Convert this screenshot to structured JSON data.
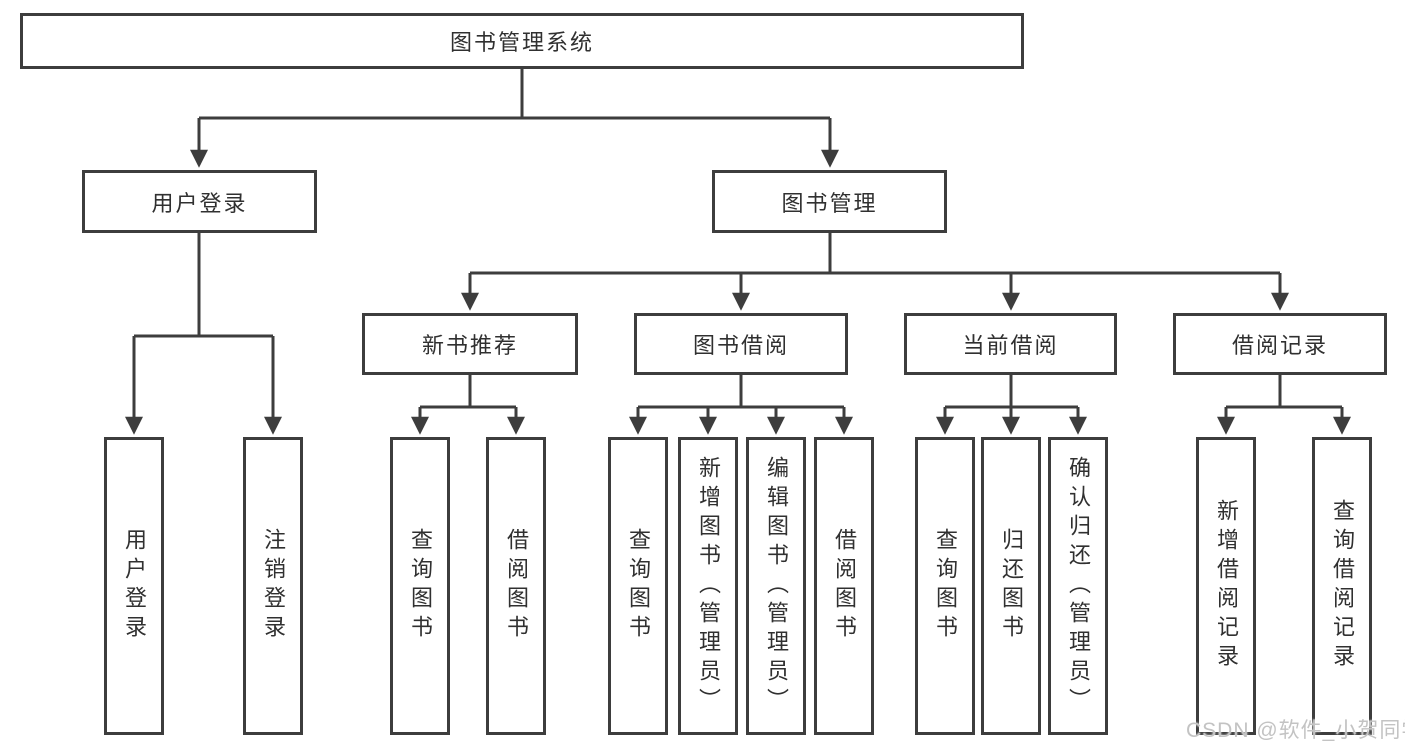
{
  "diagram": {
    "background_color": "#ffffff",
    "line_color": "#3d3d3d",
    "box_border_color": "#3d3d3d",
    "text_color": "#303030",
    "watermark_color": "#c3c3c3",
    "watermark": "CSDN @软件_小贺同学",
    "tree": {
      "label": "图书管理系统",
      "children": [
        {
          "label": "用户登录",
          "children": [
            {
              "label": "用户登录"
            },
            {
              "label": "注销登录"
            }
          ]
        },
        {
          "label": "图书管理",
          "children": [
            {
              "label": "新书推荐",
              "children": [
                {
                  "label": "查询图书"
                },
                {
                  "label": "借阅图书"
                }
              ]
            },
            {
              "label": "图书借阅",
              "children": [
                {
                  "label": "查询图书"
                },
                {
                  "label": "新增图书（管理员）"
                },
                {
                  "label": "编辑图书（管理员）"
                },
                {
                  "label": "借阅图书"
                }
              ]
            },
            {
              "label": "当前借阅",
              "children": [
                {
                  "label": "查询图书"
                },
                {
                  "label": "归还图书"
                },
                {
                  "label": "确认归还（管理员）"
                }
              ]
            },
            {
              "label": "借阅记录",
              "children": [
                {
                  "label": "新增借阅记录"
                },
                {
                  "label": "查询借阅记录"
                }
              ]
            }
          ]
        }
      ]
    }
  }
}
